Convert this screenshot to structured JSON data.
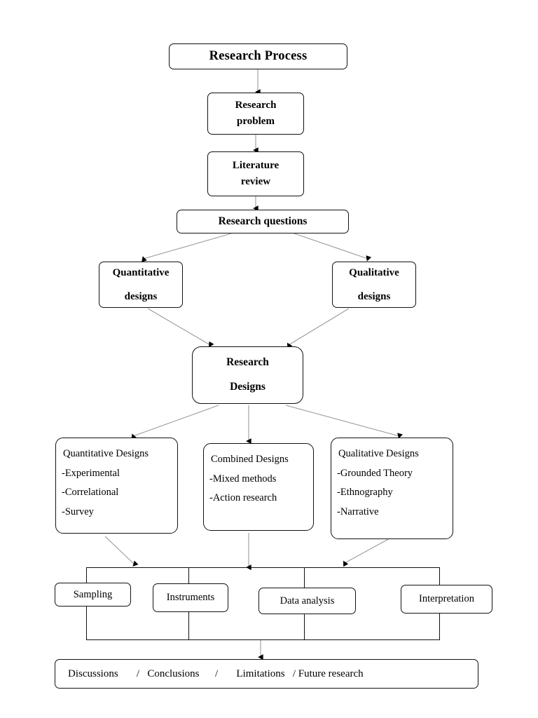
{
  "diagram": {
    "title": "Research Process",
    "nodes": {
      "title": "Research Process",
      "research_problem": {
        "line1": "Research",
        "line2": "problem"
      },
      "literature_review": {
        "line1": "Literature",
        "line2": "review"
      },
      "research_questions": "Research questions",
      "quantitative_designs": {
        "line1": "Quantitative",
        "line2": "designs"
      },
      "qualitative_designs": {
        "line1": "Qualitative",
        "line2": "designs"
      },
      "research_designs": {
        "line1": "Research",
        "line2": "Designs"
      },
      "quantitative_detail": {
        "heading": "Quantitative Designs",
        "items": [
          "-Experimental",
          "-Correlational",
          "-Survey"
        ]
      },
      "combined_detail": {
        "heading": "Combined Designs",
        "items": [
          "-Mixed methods",
          "-Action research"
        ]
      },
      "qualitative_detail": {
        "heading": "Qualitative Designs",
        "items": [
          "-Grounded Theory",
          "-Ethnography",
          "-Narrative"
        ]
      },
      "sampling": "Sampling",
      "instruments": "Instruments",
      "data_analysis": "Data analysis",
      "interpretation": "Interpretation",
      "outcomes": "Discussions       /   Conclusions      /       Limitations   / Future research"
    },
    "colors": {
      "stroke": "#111111",
      "connector": "#9a9a9a",
      "arrowhead": "#000000",
      "background": "#ffffff"
    }
  }
}
